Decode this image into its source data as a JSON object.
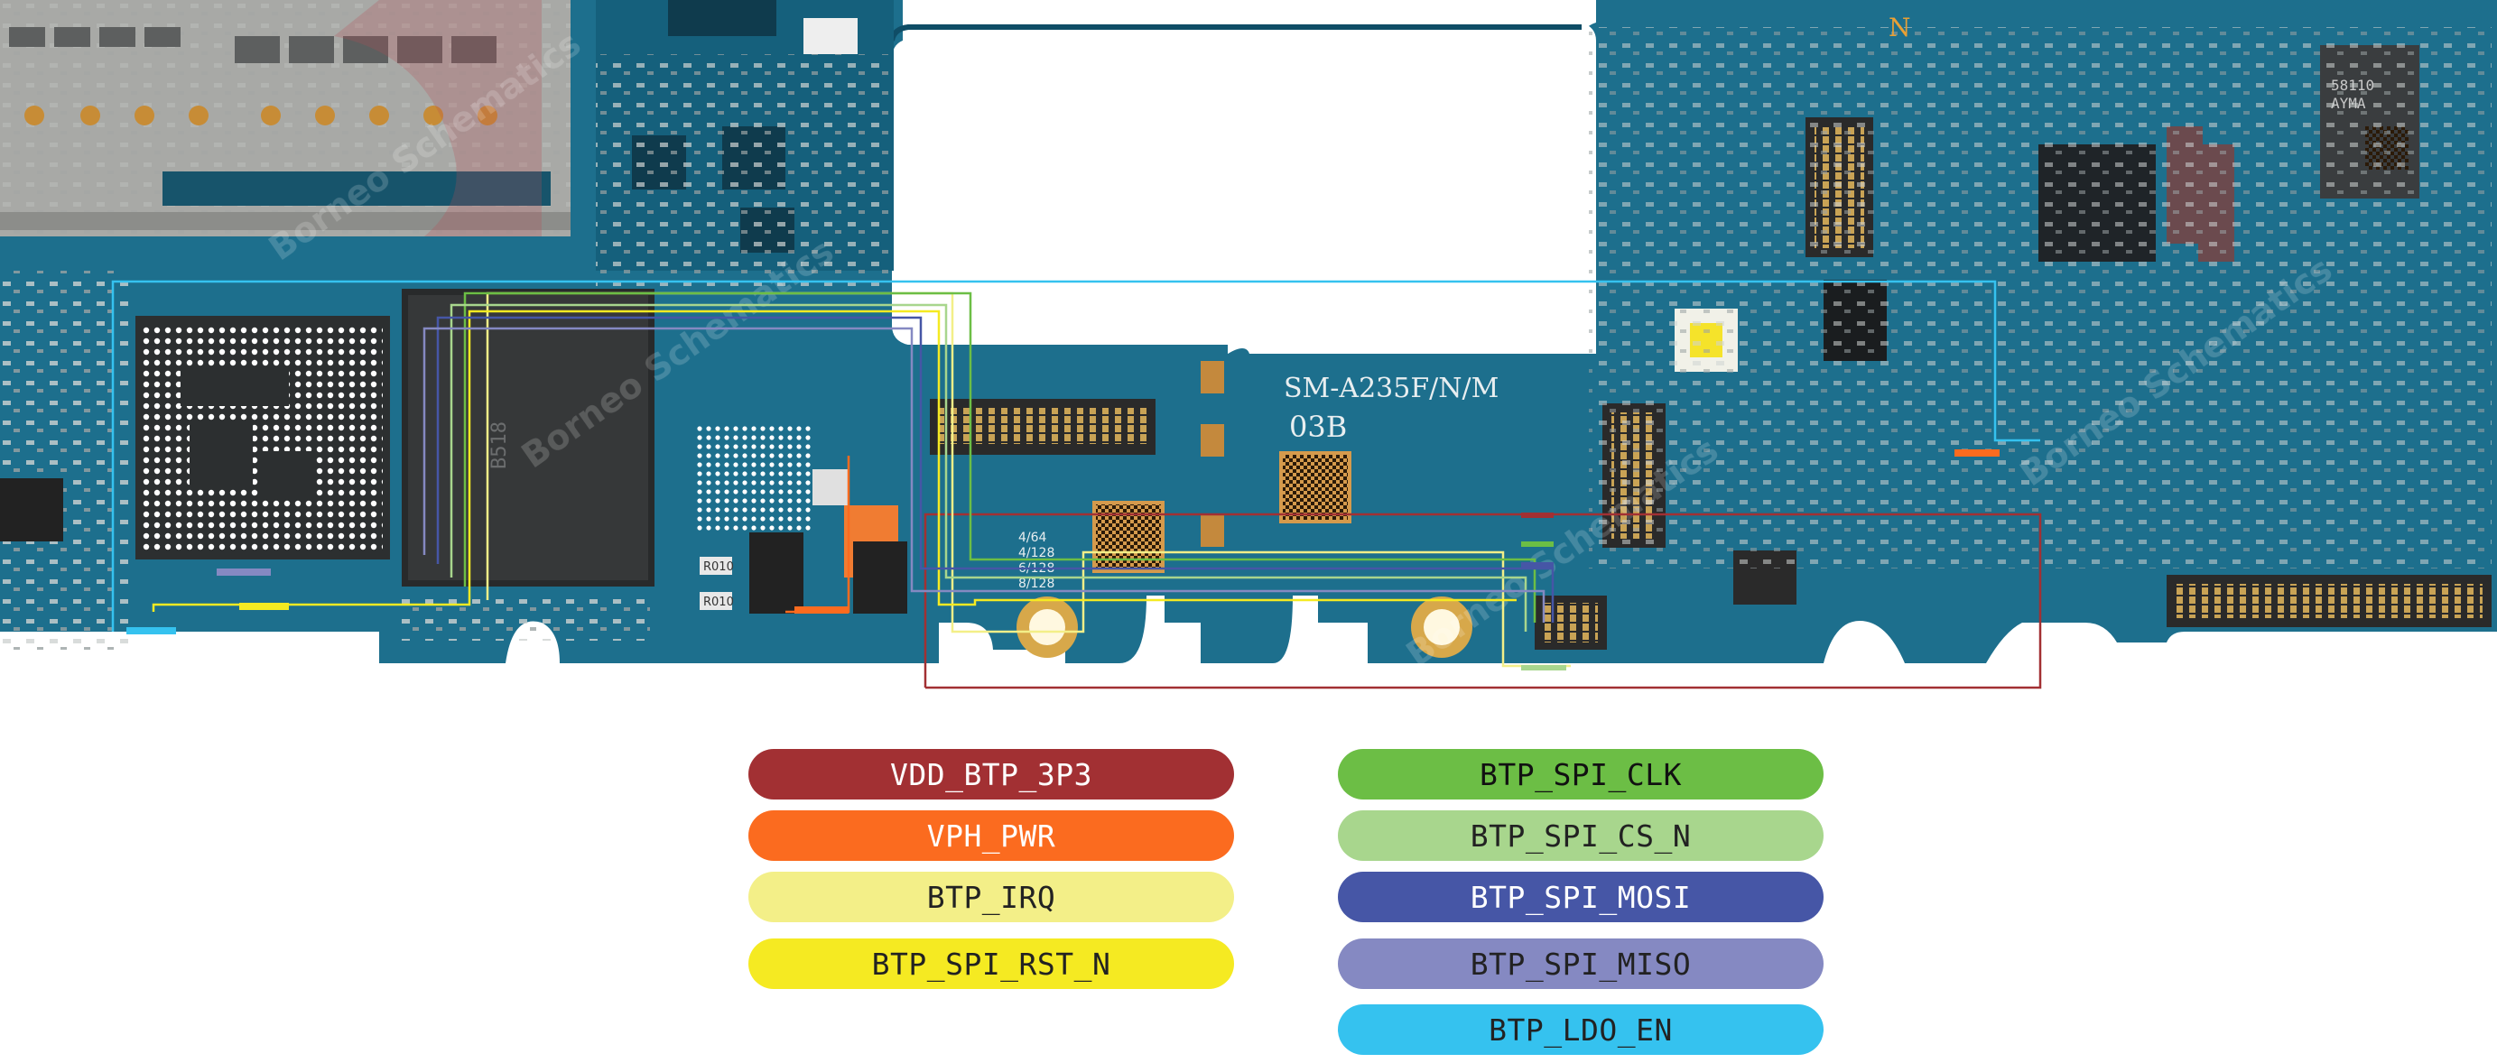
{
  "board": {
    "model_label": "SM-A235F/N/M",
    "revision_label": "03B",
    "chip_label": "58110\nAYMA",
    "resistor_labels": [
      "R010",
      "R010"
    ],
    "connector_labels": [
      "4/64",
      "4/128",
      "6/128",
      "8/128"
    ],
    "edge_letter": "N",
    "watermarks": [
      "Borneo Schematics",
      "Borneo Schematics",
      "Borneo Schematics",
      "Borneo Schematics"
    ]
  },
  "legend": {
    "left": [
      {
        "label": "VDD_BTP_3P3",
        "color": "#a23033",
        "text_color": "#ffffff"
      },
      {
        "label": "VPH_PWR",
        "color": "#fb6b1f",
        "text_color": "#ffffff"
      },
      {
        "label": "BTP_IRQ",
        "color": "#f3ef88",
        "text_color": "#222222"
      },
      {
        "label": "BTP_SPI_RST_N",
        "color": "#f5ea22",
        "text_color": "#222222"
      }
    ],
    "right": [
      {
        "label": "BTP_SPI_CLK",
        "color": "#6cbe45",
        "text_color": "#111111"
      },
      {
        "label": "BTP_SPI_CS_N",
        "color": "#a8d68d",
        "text_color": "#222222"
      },
      {
        "label": "BTP_SPI_MOSI",
        "color": "#4656a6",
        "text_color": "#ffffff"
      },
      {
        "label": "BTP_SPI_MISO",
        "color": "#8589c2",
        "text_color": "#222222"
      },
      {
        "label": "BTP_LDO_EN",
        "color": "#35c2ef",
        "text_color": "#222222"
      }
    ]
  },
  "colors": {
    "pcb": "#1d6f8d",
    "pcb_dark": "#0f4d66",
    "pcb_light": "#2a86a6",
    "silk": "#e8eef0",
    "shield": "#a8a9a6",
    "gold": "#d7a84a"
  }
}
